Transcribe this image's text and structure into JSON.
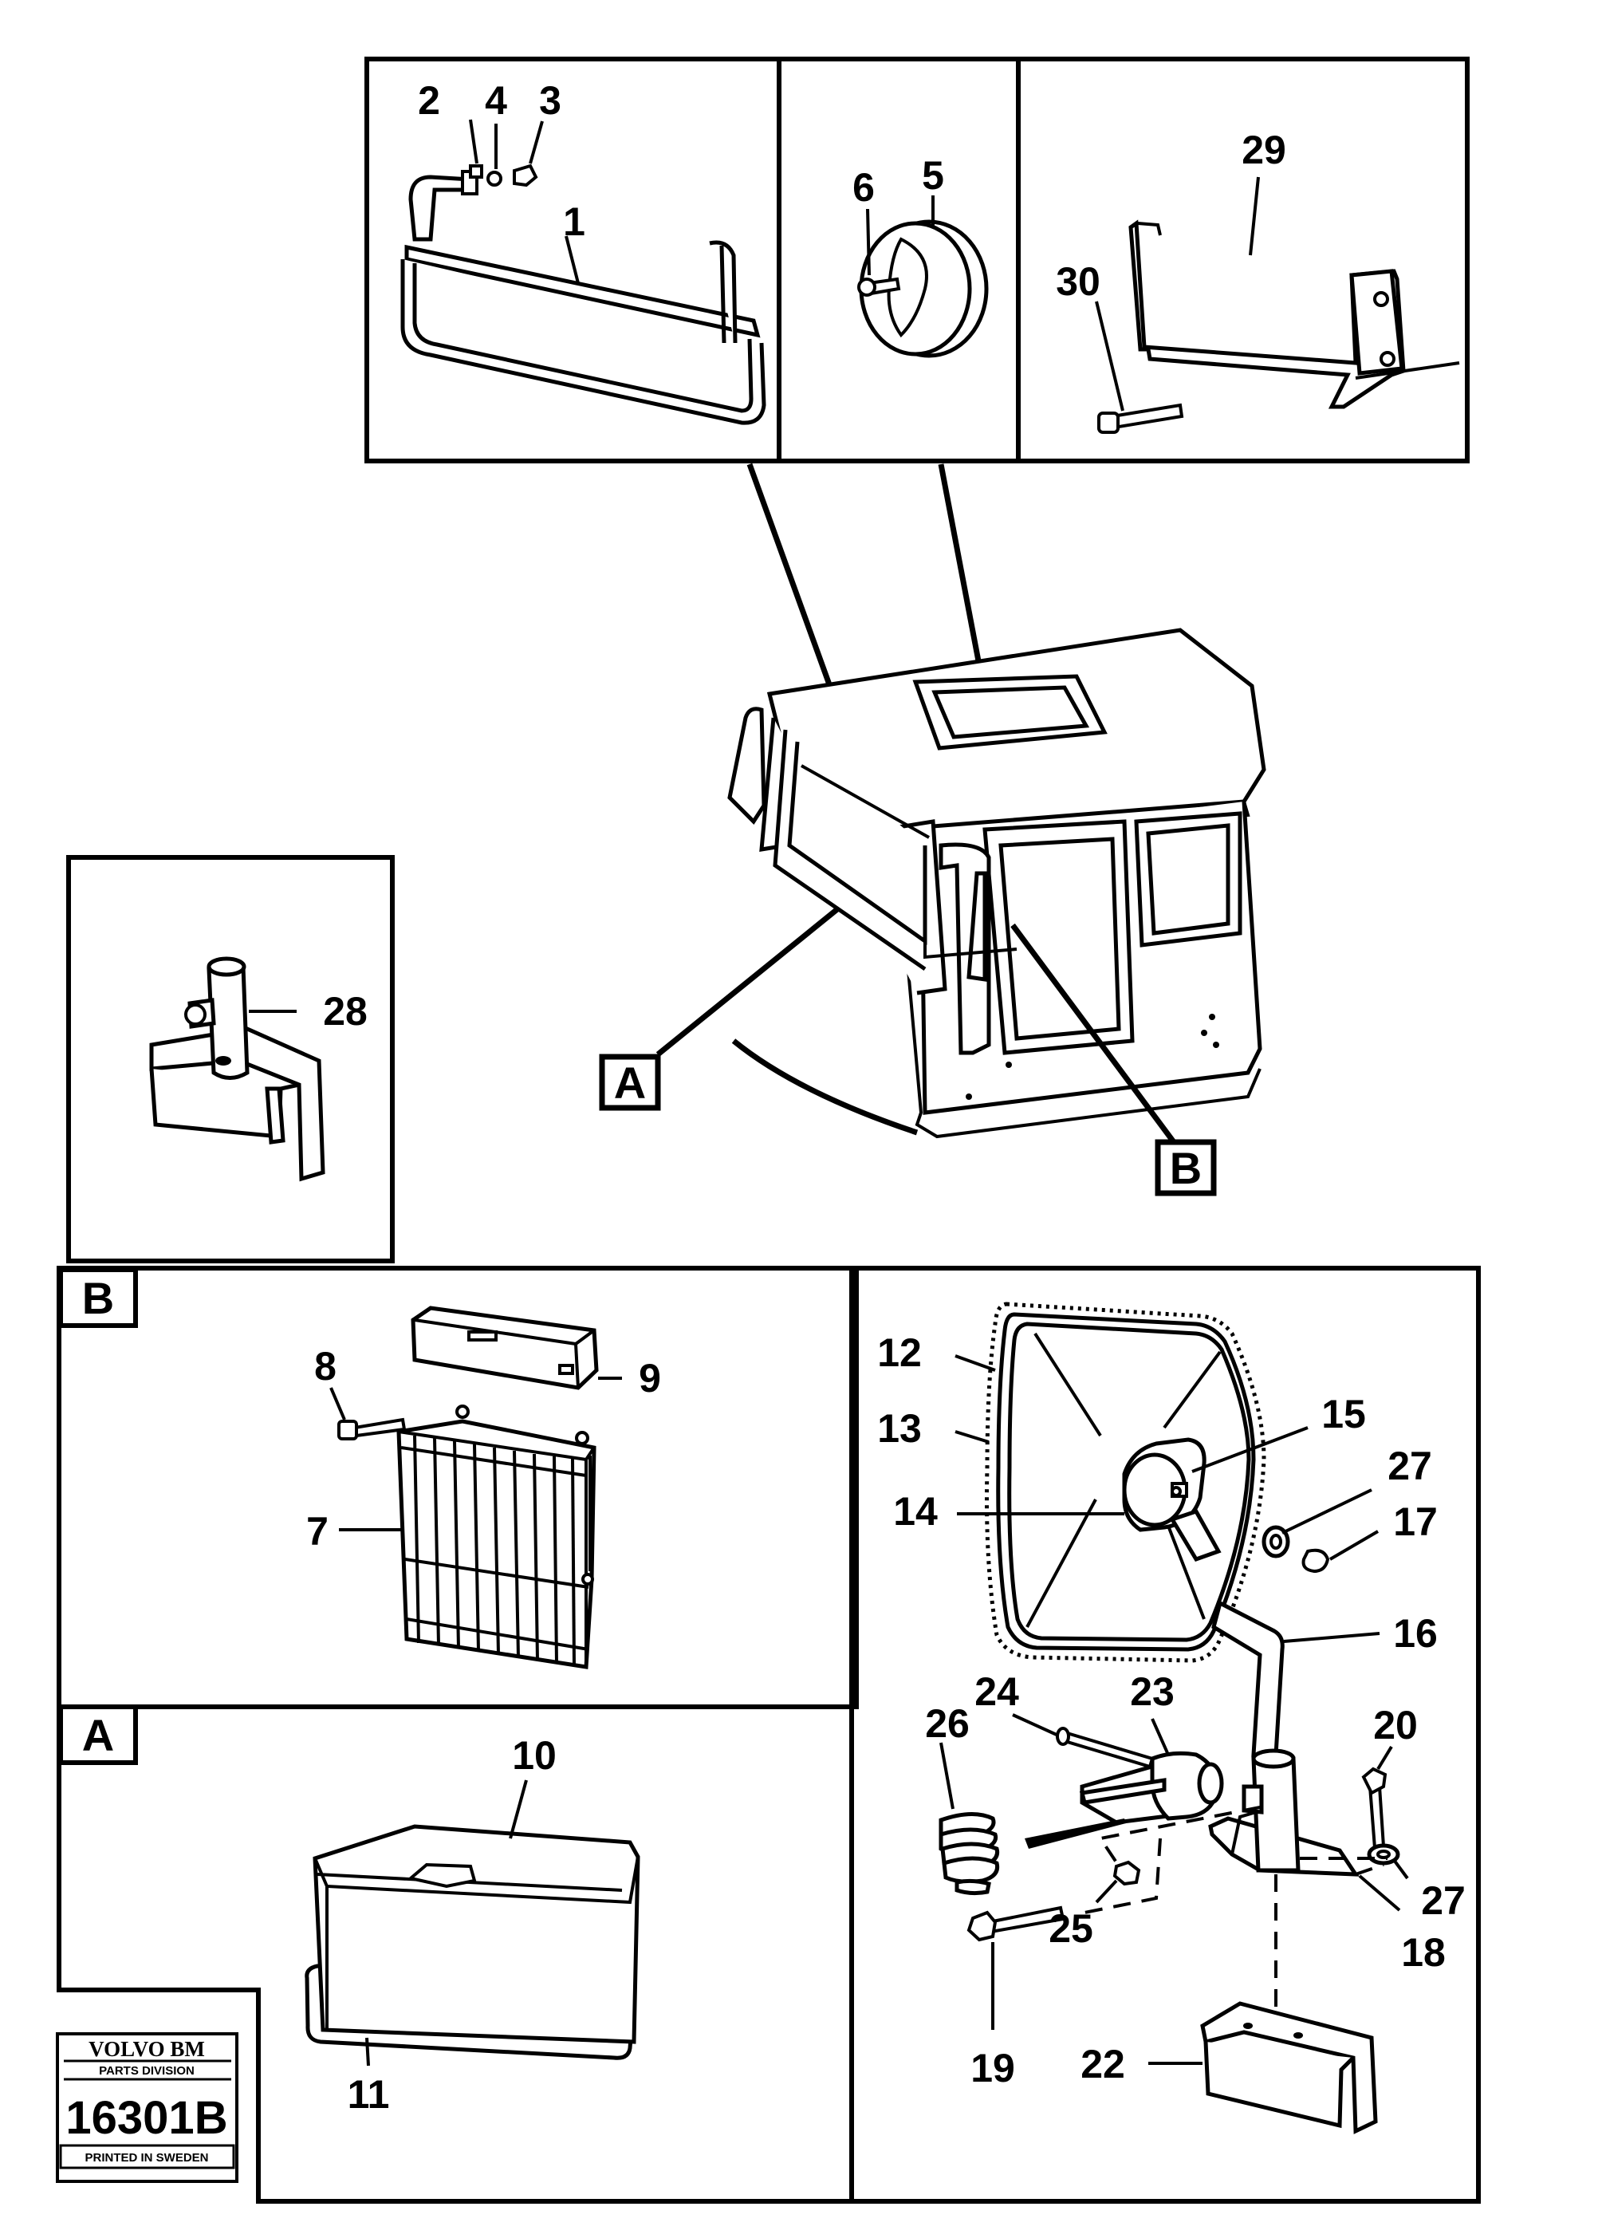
{
  "parts": {
    "p1": "1",
    "p2": "2",
    "p3": "3",
    "p4": "4",
    "p5": "5",
    "p6": "6",
    "p7": "7",
    "p8": "8",
    "p9": "9",
    "p10": "10",
    "p11": "11",
    "p12": "12",
    "p13": "13",
    "p14": "14",
    "p15": "15",
    "p16": "16",
    "p17": "17",
    "p18": "18",
    "p19": "19",
    "p20": "20",
    "p22": "22",
    "p23": "23",
    "p24": "24",
    "p25": "25",
    "p26": "26",
    "p27a": "27",
    "p27b": "27",
    "p28": "28",
    "p29": "29",
    "p30": "30"
  },
  "callouts": {
    "cab_a": "A",
    "cab_b": "B",
    "panel_b": "B",
    "panel_a": "A"
  },
  "logo": {
    "brand": "VOLVO BM",
    "division": "PARTS DIVISION",
    "number": "16301B",
    "printed": "PRINTED IN SWEDEN"
  }
}
